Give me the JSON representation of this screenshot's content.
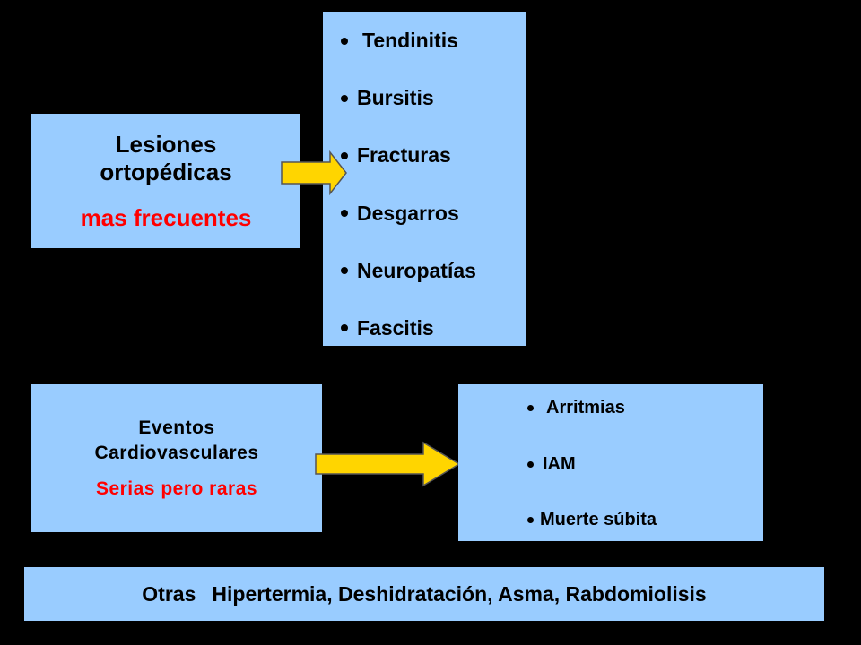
{
  "colors": {
    "background": "#000000",
    "box": "#99ccff",
    "arrow": "#ffd500",
    "arrow_outline": "#555555",
    "text": "#000000",
    "highlight": "#ff0000"
  },
  "orthopedic": {
    "title_line1": "Lesiones",
    "title_line2": "ortopédicas",
    "subtitle": "mas  frecuentes",
    "items": [
      "Tendinitis",
      "Bursitis",
      "Fracturas",
      "Desgarros",
      "Neuropatías",
      "Fascitis"
    ]
  },
  "cardio": {
    "title_line1": "Eventos",
    "title_line2": "Cardiovasculares",
    "subtitle": "Serias pero raras",
    "items": [
      "Arritmias",
      "IAM",
      "Muerte súbita"
    ]
  },
  "other": {
    "label": "Otras",
    "text": "Hipertermia, Deshidratación, Asma, Rabdomiolisis"
  }
}
